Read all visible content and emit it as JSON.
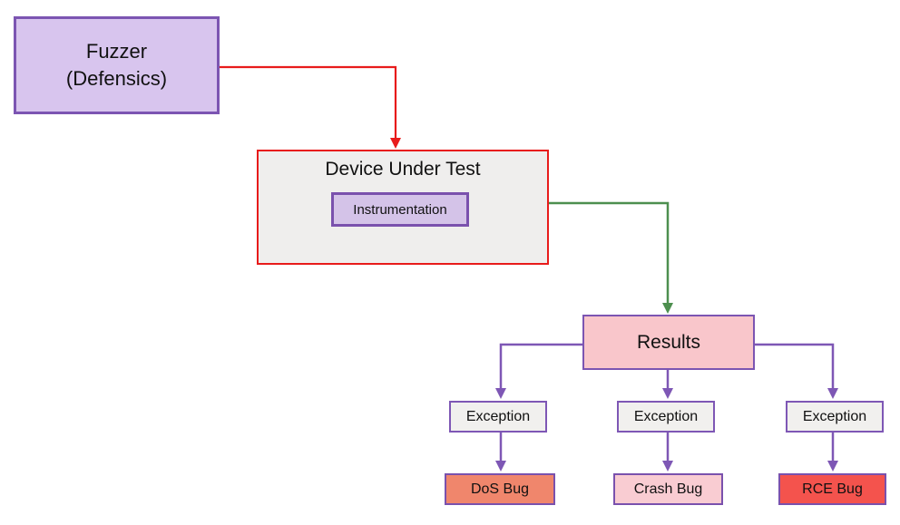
{
  "diagram": {
    "background": "#ffffff",
    "edge_colors": {
      "red": "#e81b1b",
      "green": "#4d8f4f",
      "purple": "#7e57b5"
    },
    "nodes": {
      "fuzzer": {
        "line1": "Fuzzer",
        "line2": "(Defensics)",
        "fill": "#d8c5ee",
        "border": "#7c55b2"
      },
      "dut": {
        "label": "Device Under Test",
        "fill": "#efeeed",
        "border": "#e81b1b"
      },
      "instrumentation": {
        "label": "Instrumentation",
        "fill": "#d4c3e8",
        "border": "#7a51ad"
      },
      "results": {
        "label": "Results",
        "fill": "#f9c6cb",
        "border": "#7c55b2"
      },
      "exception1": {
        "label": "Exception",
        "fill": "#f1f0ee",
        "border": "#7e57b5"
      },
      "exception2": {
        "label": "Exception",
        "fill": "#f1f0ee",
        "border": "#7e57b5"
      },
      "exception3": {
        "label": "Exception",
        "fill": "#f1f0ee",
        "border": "#7e57b5"
      },
      "dos_bug": {
        "label": "DoS Bug",
        "fill": "#f0866c",
        "border": "#7a51ad"
      },
      "crash_bug": {
        "label": "Crash Bug",
        "fill": "#f9ccd2",
        "border": "#7a51ad"
      },
      "rce_bug": {
        "label": "RCE Bug",
        "fill": "#f4534d",
        "border": "#7a51ad"
      }
    },
    "edges": [
      {
        "from": "fuzzer",
        "to": "dut",
        "color": "red"
      },
      {
        "from": "instrumentation",
        "to": "results",
        "color": "green"
      },
      {
        "from": "results",
        "to": "exception1",
        "color": "purple"
      },
      {
        "from": "results",
        "to": "exception2",
        "color": "purple"
      },
      {
        "from": "results",
        "to": "exception3",
        "color": "purple"
      },
      {
        "from": "exception1",
        "to": "dos_bug",
        "color": "purple"
      },
      {
        "from": "exception2",
        "to": "crash_bug",
        "color": "purple"
      },
      {
        "from": "exception3",
        "to": "rce_bug",
        "color": "purple"
      }
    ]
  }
}
